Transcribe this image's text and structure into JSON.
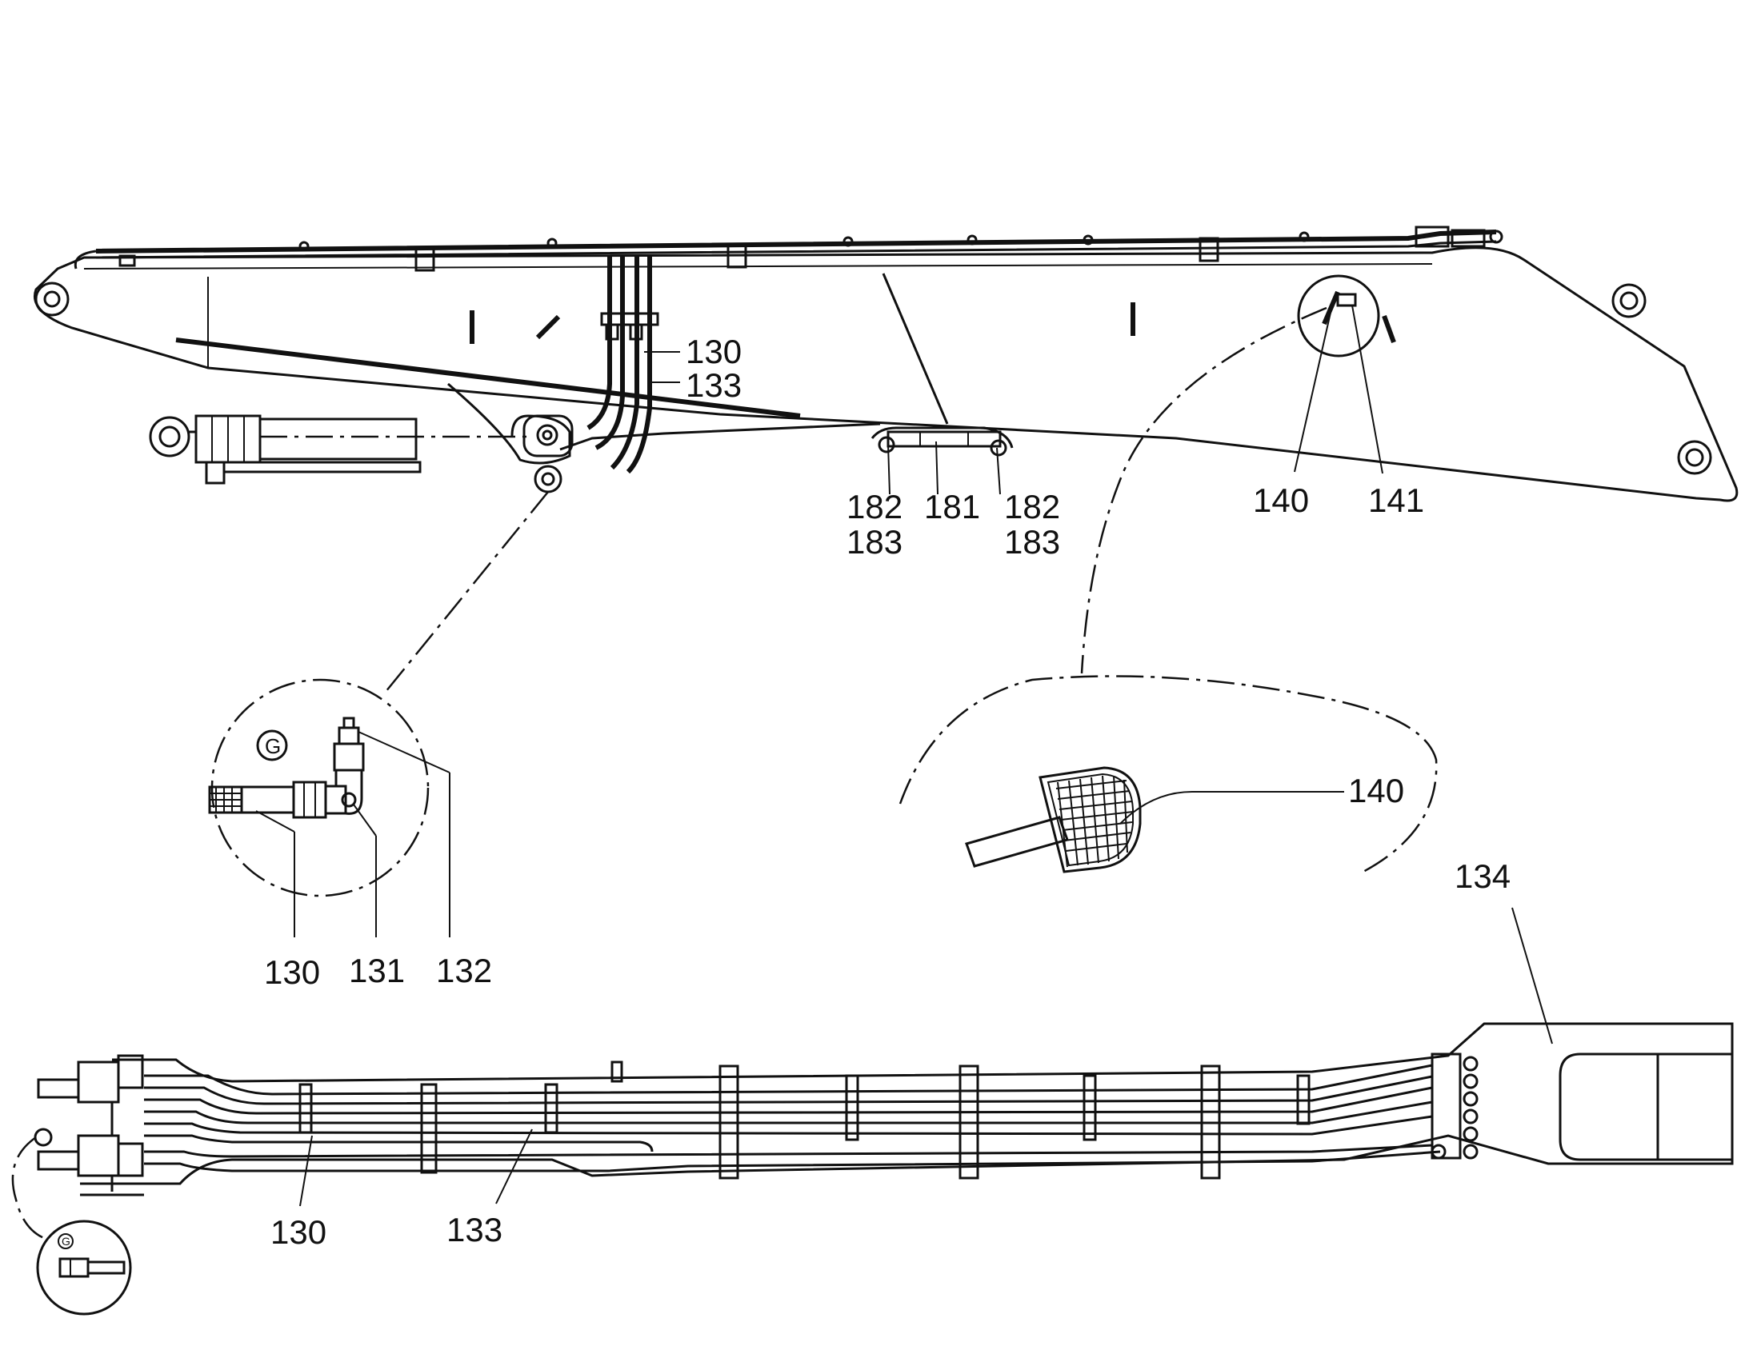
{
  "colors": {
    "ink": "#111111",
    "paper": "#ffffff"
  },
  "labels": {
    "boom_130": "130",
    "boom_133": "133",
    "l182a": "182",
    "l183a": "183",
    "l181": "181",
    "l182b": "182",
    "l183b": "183",
    "l140_top": "140",
    "l141": "141",
    "l140_detail": "140",
    "g_130": "130",
    "g_131": "131",
    "g_132": "132",
    "l134": "134",
    "plan_130": "130",
    "plan_133": "133"
  },
  "detail_markers": {
    "g": "G",
    "small": "G"
  }
}
